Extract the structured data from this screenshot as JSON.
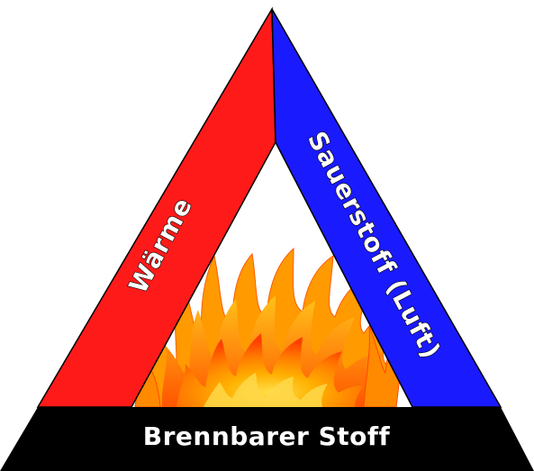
{
  "labels": {
    "left": "Wärme",
    "right": "Sauerstoff (Luft)",
    "base": "Brennbarer Stoff"
  },
  "colors": {
    "left_bar": "#ff1a1a",
    "right_bar": "#1a1aff",
    "base_bar": "#000000",
    "flame_outer": "#ffb000",
    "flame_mid": "#ff7a00",
    "flame_inner": "#ff4400",
    "flame_core": "#ffe04a"
  }
}
